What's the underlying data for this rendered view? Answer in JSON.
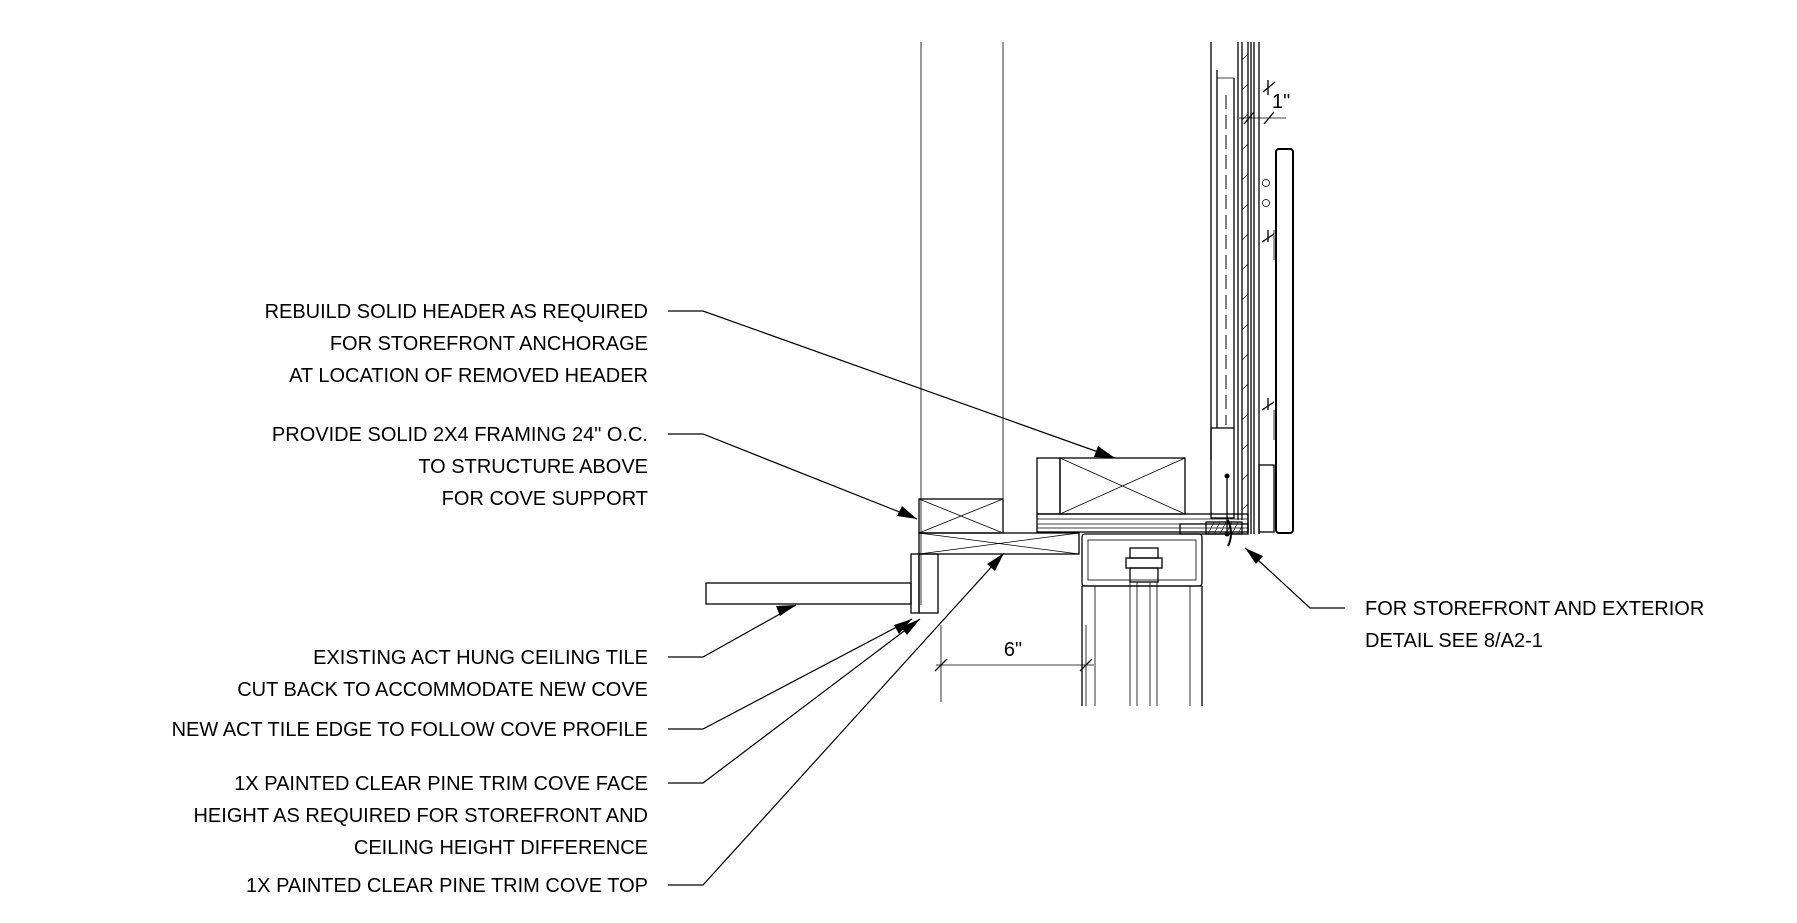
{
  "notes": {
    "header": [
      "REBUILD SOLID HEADER AS REQUIRED",
      "FOR STOREFRONT ANCHORAGE",
      "AT LOCATION OF REMOVED HEADER"
    ],
    "framing": [
      "PROVIDE SOLID 2X4 FRAMING 24\" O.C.",
      "TO STRUCTURE ABOVE",
      "FOR COVE SUPPORT"
    ],
    "ceiling_tile": [
      "EXISTING ACT HUNG CEILING TILE",
      "CUT BACK TO ACCOMMODATE NEW COVE"
    ],
    "tile_edge": [
      "NEW ACT TILE EDGE TO FOLLOW COVE PROFILE"
    ],
    "cove_face": [
      "1X PAINTED CLEAR PINE TRIM COVE FACE",
      "HEIGHT AS REQUIRED FOR STOREFRONT AND",
      "CEILING HEIGHT DIFFERENCE"
    ],
    "cove_top": [
      "1X PAINTED CLEAR PINE TRIM COVE TOP"
    ],
    "storefront": [
      "FOR STOREFRONT AND EXTERIOR",
      "DETAIL SEE 8/A2-1"
    ]
  },
  "dimensions": {
    "cove_depth": "6\"",
    "gap": "1\""
  }
}
